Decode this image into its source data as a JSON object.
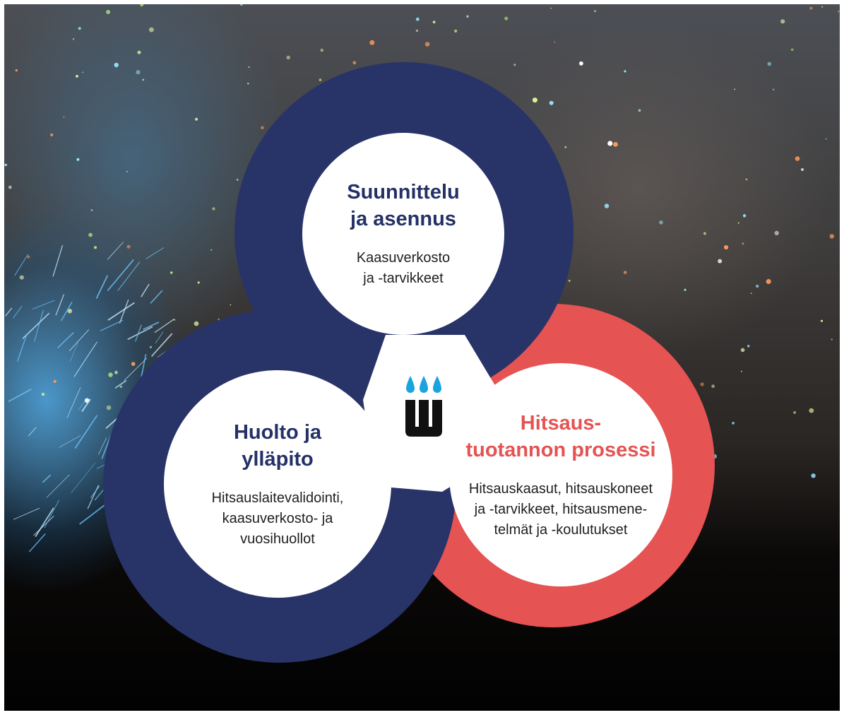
{
  "colors": {
    "navy": "#283368",
    "coral": "#e55353",
    "white": "#ffffff",
    "logo_blue": "#1aa3de",
    "logo_black": "#111111"
  },
  "logo": {
    "name": "company-logo",
    "description_icon": "three-drops-w-logo-icon"
  },
  "circles": {
    "top": {
      "title_lines": [
        "Suunnittelu",
        "ja asennus"
      ],
      "desc_lines": [
        "Kaasuverkosto",
        "ja -tarvikkeet"
      ]
    },
    "left": {
      "title_lines": [
        "Huolto ja",
        "ylläpito"
      ],
      "desc_lines": [
        "Hitsauslaitevalidointi,",
        "kaasuverkosto- ja",
        "vuosihuollot"
      ]
    },
    "right": {
      "title_lines": [
        "Hitsaus-",
        "tuotannon prosessi"
      ],
      "desc_lines": [
        "Hitsauskaasut, hitsauskoneet",
        "ja -tarvikkeet, hitsausmene-",
        "telmät ja -koulutukset"
      ]
    }
  }
}
